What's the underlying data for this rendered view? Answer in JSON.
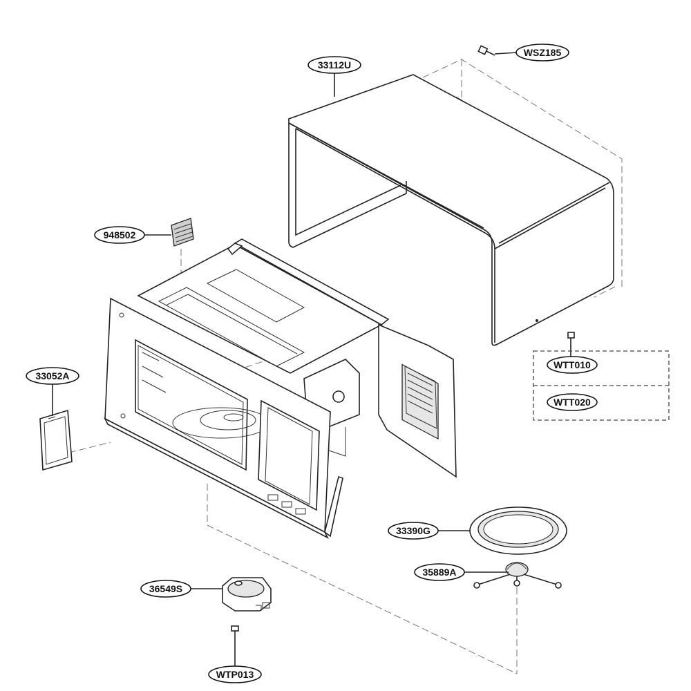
{
  "diagram": {
    "labels": {
      "cover": "33112U",
      "cover_screw": "WSZ185",
      "filter": "948502",
      "waveguide_cover": "33052A",
      "screw_a": "WTT010",
      "screw_b": "WTT020",
      "tray": "33390G",
      "roller": "35889A",
      "motor": "36549S",
      "motor_screw": "WTP013"
    }
  }
}
